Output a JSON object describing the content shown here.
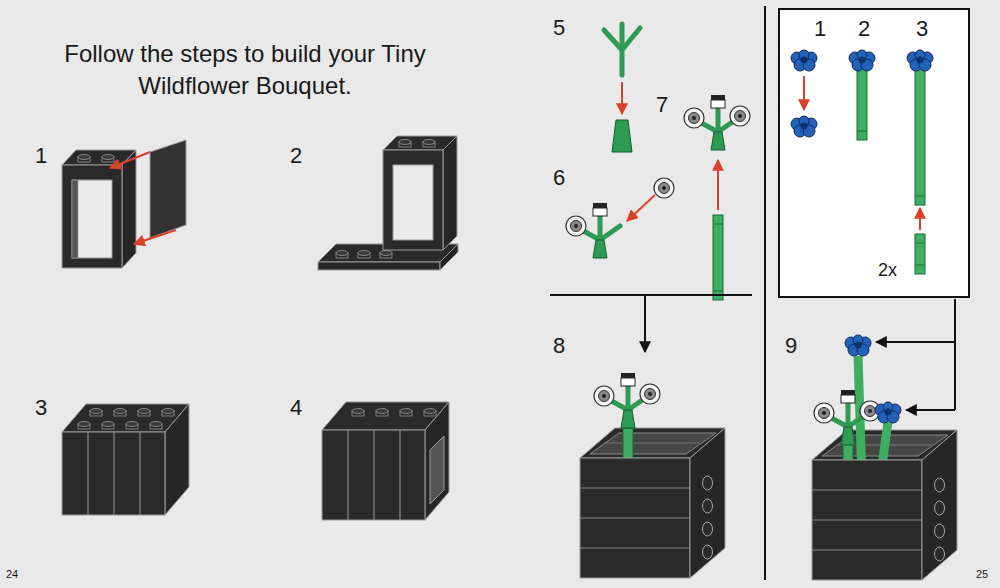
{
  "diagram": {
    "title": "Follow the steps to build your Tiny Wildflower Bouquet.",
    "nodes": [
      {
        "text": [
          "1",
          "2",
          "3",
          "2x"
        ]
      }
    ],
    "labels": [
      "1",
      "2",
      "3",
      "4",
      "5",
      "6",
      "7",
      "8",
      "9",
      "24",
      "25"
    ]
  }
}
